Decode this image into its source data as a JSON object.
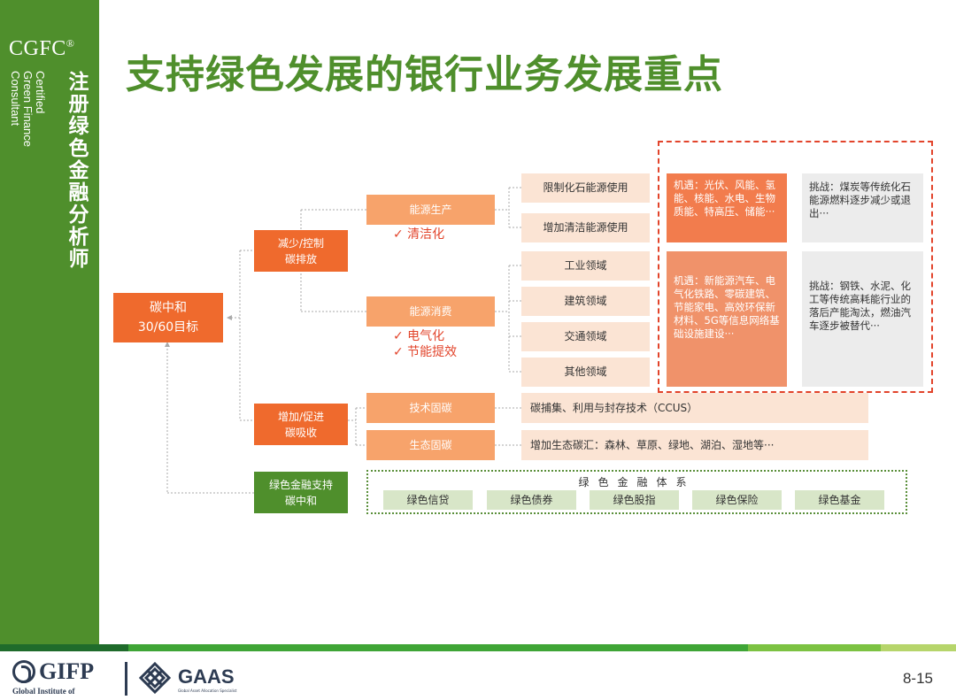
{
  "sidebar": {
    "brand": "CGFC",
    "reg": "®",
    "en_lines": [
      "Certified",
      "Green Finance",
      "Consultant"
    ],
    "cn_title": "注册绿色金融分析师"
  },
  "title": "支持绿色发展的银行业务发展重点",
  "diagram": {
    "root": {
      "line1": "碳中和",
      "line2": "30/60目标"
    },
    "reduce": {
      "line1": "减少/控制",
      "line2": "碳排放"
    },
    "increase": {
      "line1": "增加/促进",
      "line2": "碳吸收"
    },
    "green_fin_support": {
      "line1": "绿色金融支持",
      "line2": "碳中和"
    },
    "energy_production": "能源生产",
    "energy_production_check": "✓ 清洁化",
    "energy_consumption": "能源消费",
    "energy_consumption_checks": [
      "✓ 电气化",
      "✓ 节能提效"
    ],
    "production_items": [
      "限制化石能源使用",
      "增加清洁能源使用"
    ],
    "consumption_items": [
      "工业领域",
      "建筑领域",
      "交通领域",
      "其他领域"
    ],
    "tech_sink": "技术固碳",
    "eco_sink": "生态固碳",
    "tech_sink_desc": "碳捕集、利用与封存技术（CCUS）",
    "eco_sink_desc": "增加生态碳汇：森林、草原、绿地、湖泊、湿地等···",
    "opportunity_1": "机遇：光伏、风能、氢能、核能、水电、生物质能、特高压、储能···",
    "challenge_1": "挑战：煤炭等传统化石能源燃料逐步减少或退出···",
    "opportunity_2": "机遇：新能源汽车、电气化铁路、零碳建筑、节能家电、高效环保新材料、5G等信息网络基础设施建设···",
    "challenge_2": "挑战：钢铁、水泥、化工等传统高耗能行业的落后产能淘汰，燃油汽车逐步被替代···",
    "green_finance_system": {
      "title": "绿色金融体系",
      "items": [
        "绿色信贷",
        "绿色债券",
        "绿色股指",
        "绿色保险",
        "绿色基金"
      ]
    }
  },
  "footer": {
    "gifp_name": "GIFP",
    "gifp_sub": "Global Institute of",
    "gaas_name": "GAAS",
    "gaas_sub": "Global Asset Allocation Specialist",
    "page": "8-15"
  },
  "colors": {
    "sidebar_green": "#4f8f2c",
    "title_green": "#4f8f2c",
    "dark_orange": "#ef6a2d",
    "orange": "#f7a36b",
    "light_orange": "#fbe4d4",
    "check_red": "#e2442b"
  }
}
